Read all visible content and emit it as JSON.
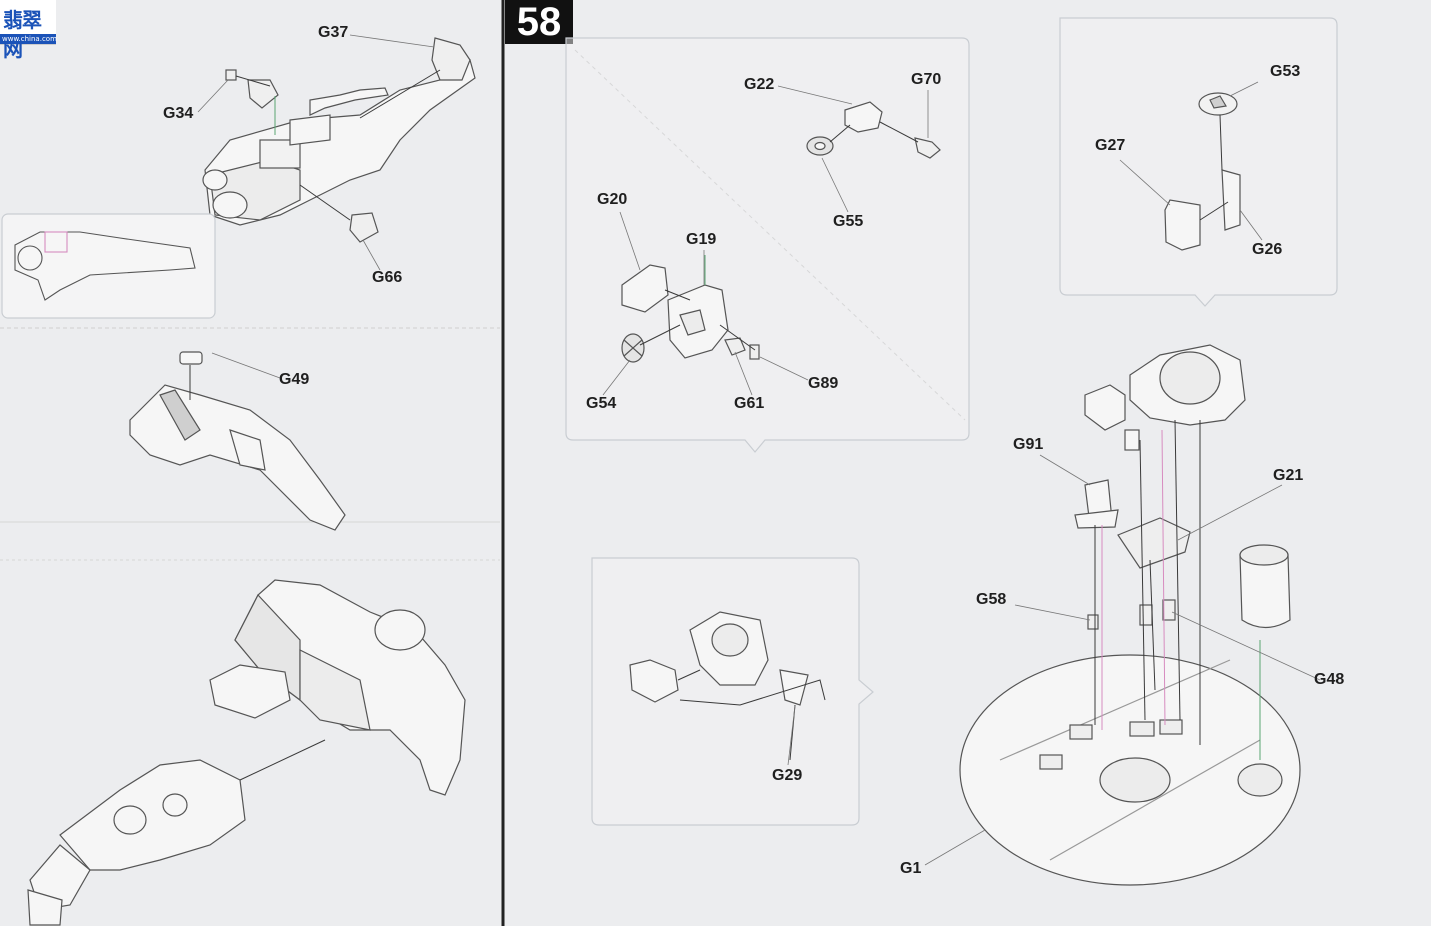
{
  "step_number": "58",
  "logo": {
    "text": "翡翠网",
    "subtext": "www.china.com"
  },
  "left_page": {
    "labels": [
      "G37",
      "G34",
      "G66",
      "G49"
    ]
  },
  "right_page": {
    "labels": [
      "G22",
      "G70",
      "G55",
      "G20",
      "G19",
      "G54",
      "G61",
      "G89",
      "G29",
      "G53",
      "G27",
      "G26",
      "G91",
      "G21",
      "G58",
      "G48",
      "G1"
    ]
  },
  "colors": {
    "page": "#ecedef",
    "line": "#3a3a3a",
    "callout_border": "#c9cdd2",
    "part_fill": "#f6f6f6",
    "part_stroke": "#555555",
    "badge": "#111111",
    "highlight_pink": "#d78cc0",
    "highlight_green": "#5aa572",
    "highlight_blue": "#6d86c9"
  }
}
